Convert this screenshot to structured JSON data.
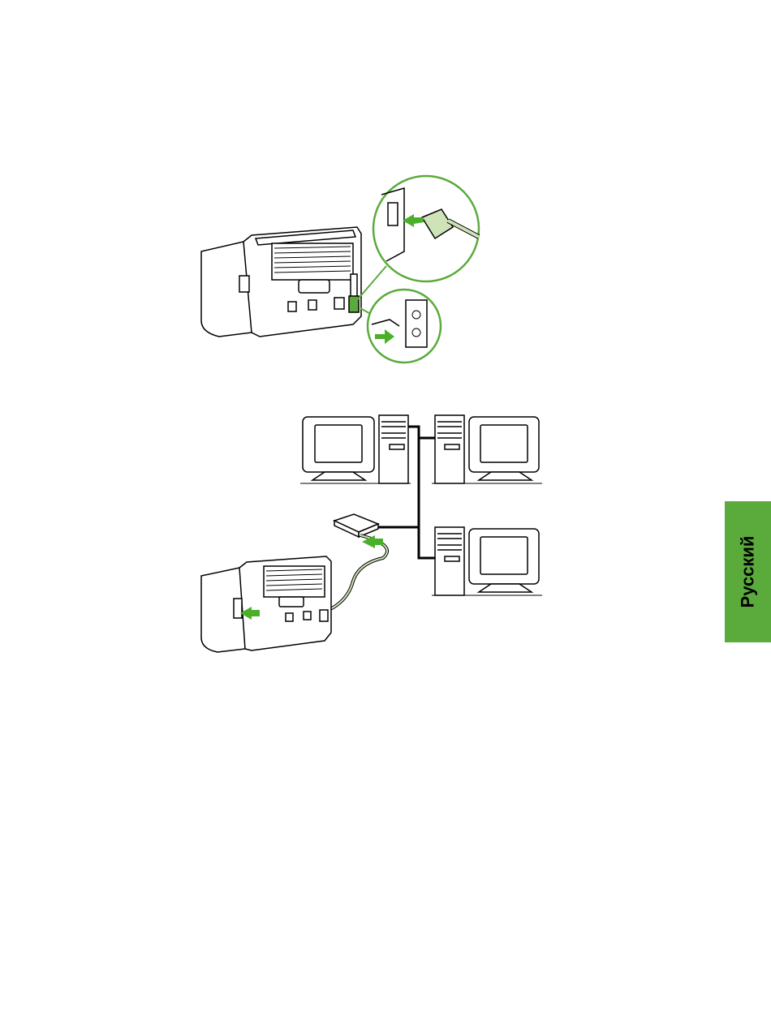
{
  "language_tab": {
    "label": "Русский"
  },
  "colors": {
    "accent_green": "#5aab3c",
    "arrow_green": "#4caf2a",
    "cable_green": "#cfe3b8",
    "line": "#000000"
  },
  "figures": [
    {
      "name": "printer-power-connection",
      "icons": [
        "printer-rear-icon",
        "power-socket-icon",
        "power-plug-icon",
        "wall-outlet-icon"
      ]
    },
    {
      "name": "printer-network-connection",
      "icons": [
        "computer-icon",
        "network-hub-icon",
        "printer-rear-icon"
      ]
    }
  ]
}
